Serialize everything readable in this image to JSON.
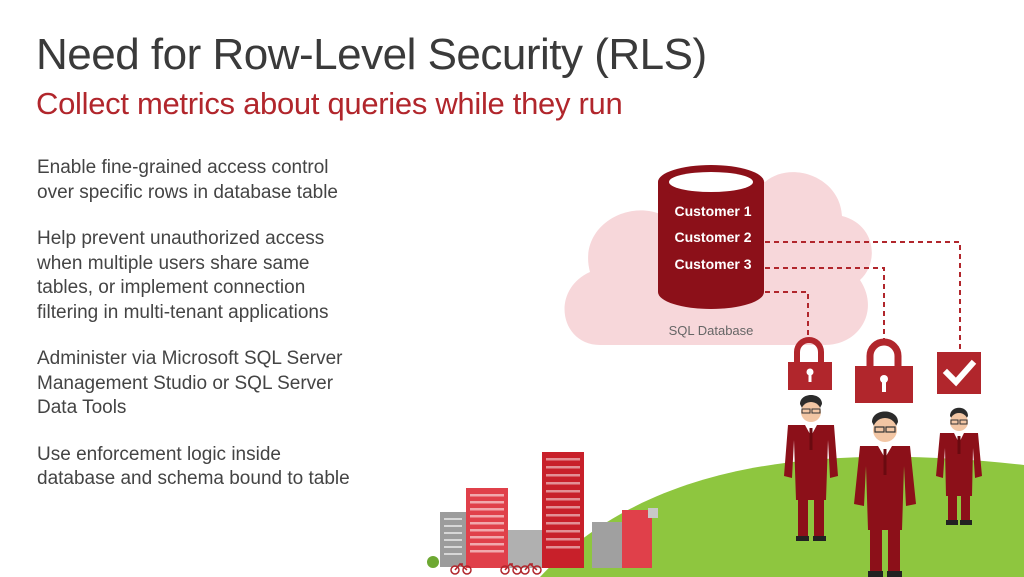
{
  "slide": {
    "title": "Need for Row-Level Security (RLS)",
    "subtitle": "Collect metrics about queries while they run"
  },
  "bullets": [
    {
      "lines": [
        "Enable fine-grained access control",
        "over specific rows in database table"
      ]
    },
    {
      "lines": [
        "Help prevent unauthorized access",
        "when multiple users share same",
        "tables, or implement connection",
        "filtering in multi-tenant applications"
      ]
    },
    {
      "lines": [
        "Administer via Microsoft SQL Server",
        "Management Studio or SQL Server",
        "Data Tools"
      ]
    },
    {
      "lines": [
        "Use enforcement logic inside",
        "database and schema bound to table"
      ]
    }
  ],
  "diagram": {
    "cloud_label": "SQL Database",
    "rows": [
      "Customer 1",
      "Customer 2",
      "Customer 3"
    ],
    "colors": {
      "accent": "#b1262c",
      "dark_red": "#8c1019",
      "cloud": "#f7d7da",
      "grass": "#8ec63f"
    }
  }
}
